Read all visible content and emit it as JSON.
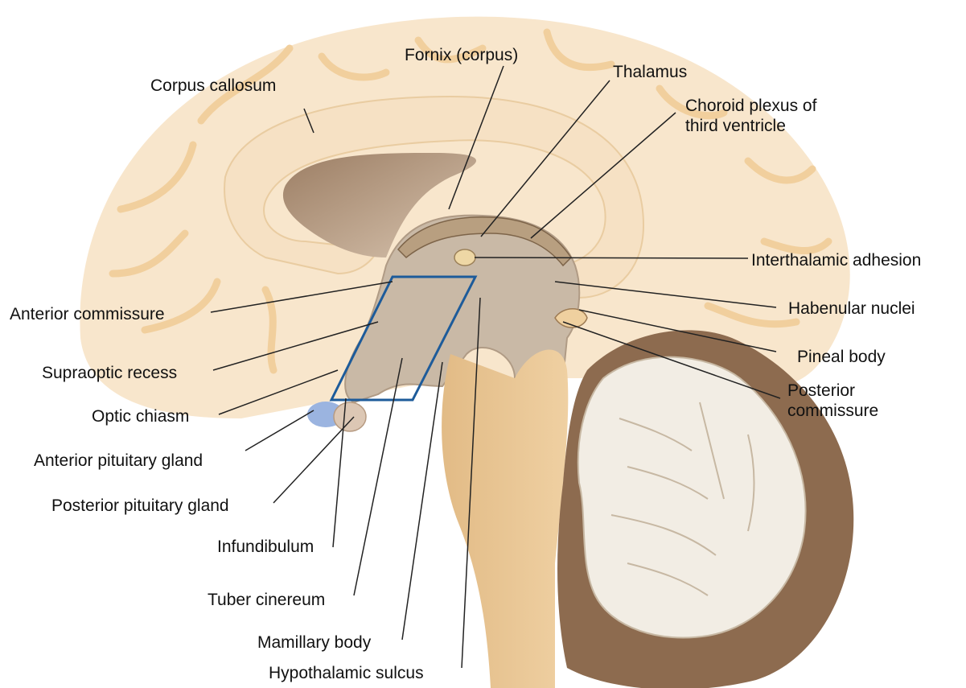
{
  "labels": {
    "corpus_callosum": "Corpus callosum",
    "fornix": "Fornix (corpus)",
    "thalamus": "Thalamus",
    "choroid_plexus": [
      "Choroid plexus of",
      "third ventricle"
    ],
    "interthalamic_adhesion": "Interthalamic adhesion",
    "habenular_nuclei": "Habenular nuclei",
    "pineal_body": "Pineal body",
    "posterior_commissure": [
      "Posterior",
      "commissure"
    ],
    "anterior_commissure": "Anterior commissure",
    "supraoptic_recess": "Supraoptic recess",
    "optic_chiasm": "Optic chiasm",
    "anterior_pituitary": "Anterior pituitary gland",
    "posterior_pituitary": "Posterior pituitary gland",
    "infundibulum": "Infundibulum",
    "tuber_cinereum": "Tuber cinereum",
    "mamillary_body": "Mamillary body",
    "hypothalamic_sulcus": "Hypothalamic sulcus"
  },
  "colors": {
    "brain_background": "#f8e6cc",
    "gyri_lines": "#f2d3a6",
    "corpus_callosum_fill": "#f6e2c6",
    "ventricle_fill": "#a88a6f",
    "diencephalon_fill": "#c9b9a6",
    "brainstem_fill": "#e6c28f",
    "cerebellum_outer": "#8d6b4f",
    "cerebellum_white": "#f2ede4",
    "pituitary_anterior": "#9bb4e0",
    "highlight_box": "#1d5b9a",
    "leader_lines": "#222222"
  }
}
